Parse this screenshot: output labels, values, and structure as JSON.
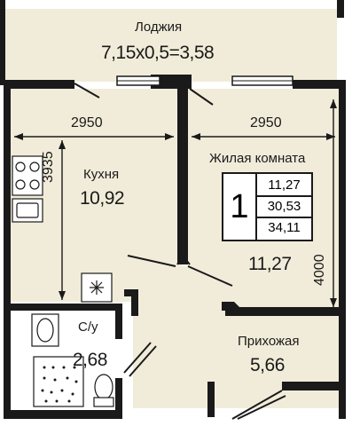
{
  "loggia": {
    "name": "Лоджия",
    "formula": "7,15х0,5=3,58"
  },
  "kitchen": {
    "name": "Кухня",
    "area": "10,92"
  },
  "living": {
    "name": "Жилая комната",
    "area": "11,27"
  },
  "bathroom": {
    "name": "С/у",
    "area": "2,68"
  },
  "hallway": {
    "name": "Прихожая",
    "area": "5,66"
  },
  "dimensions": {
    "kitchen_width": "2950",
    "living_width": "2950",
    "kitchen_depth": "3935",
    "living_depth": "4000"
  },
  "badge": {
    "rooms": "1",
    "living_area": "11,27",
    "total_area": "30,53",
    "total_with_loggia": "34,11"
  },
  "colors": {
    "wall": "#1a1a1a",
    "floor": "#f1ecd9",
    "loggia_floor": "#f1ecd9",
    "bath_floor": "#ffffff"
  }
}
